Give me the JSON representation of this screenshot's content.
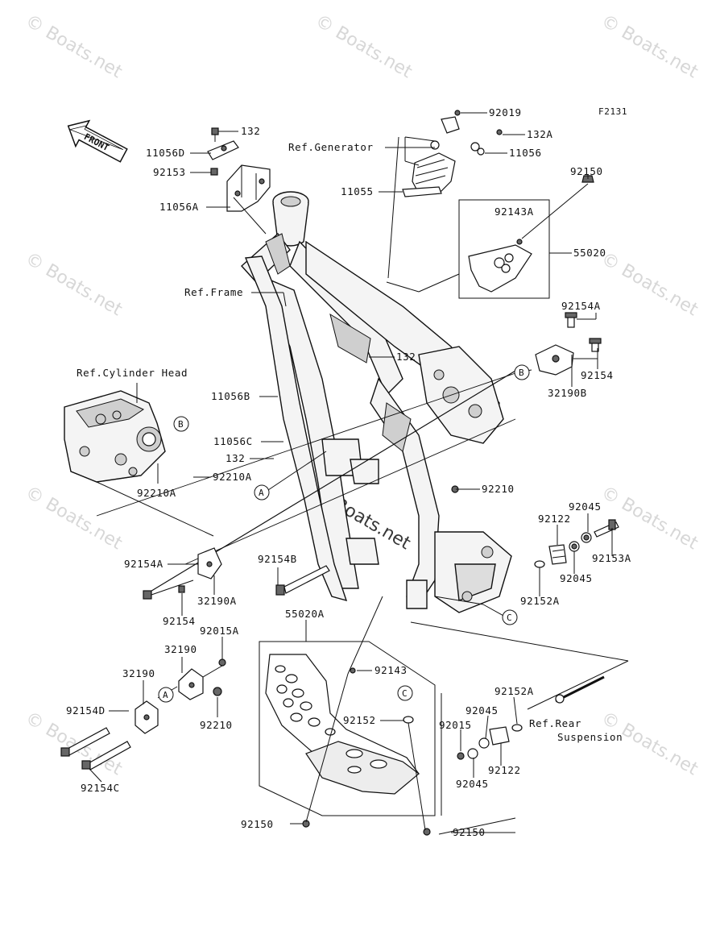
{
  "diagram": {
    "code": "F2131",
    "front_label": "FRONT",
    "watermark": "© Boats.net",
    "refs": {
      "generator": "Ref.Generator",
      "frame": "Ref.Frame",
      "cylinder_head": "Ref.Cylinder Head",
      "rear_suspension_line1": "Ref.Rear",
      "rear_suspension_line2": "Suspension"
    },
    "callouts": {
      "a": "A",
      "b": "B",
      "c": "C"
    },
    "parts": [
      "132",
      "11056D",
      "92153",
      "11056A",
      "92019",
      "132A",
      "11056",
      "11055",
      "92150",
      "92143A",
      "55020",
      "92154A",
      "92154",
      "32190B",
      "132",
      "11056B",
      "11056C",
      "132",
      "92210A",
      "92210A",
      "92210",
      "92045",
      "92122",
      "92153A",
      "92045",
      "92152A",
      "92154A",
      "32190A",
      "92154",
      "92154B",
      "92015A",
      "32190",
      "32190",
      "92210",
      "92154D",
      "92154C",
      "55020A",
      "92143",
      "92152",
      "92152A",
      "92045",
      "92015",
      "92122",
      "92045",
      "92150",
      "92150"
    ]
  }
}
